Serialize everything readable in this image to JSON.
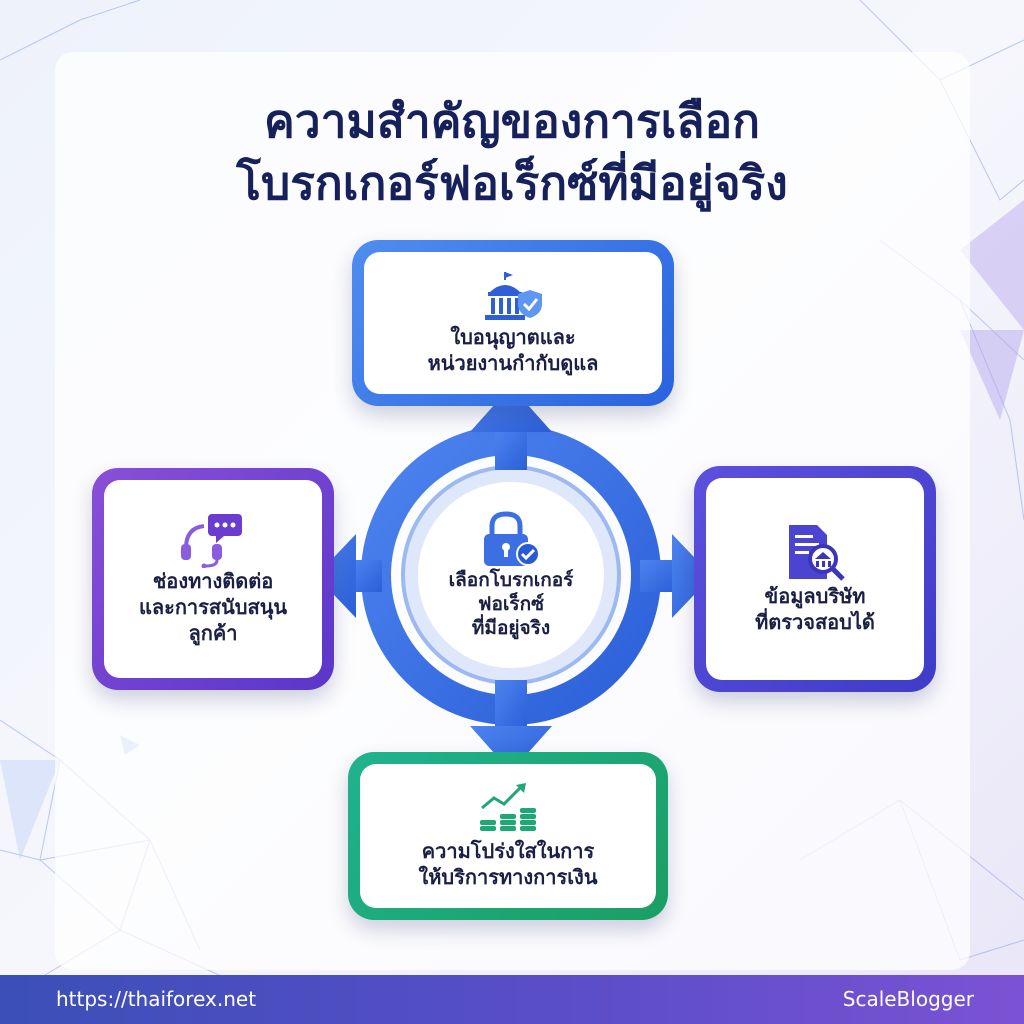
{
  "title": {
    "line1": "ความสำคัญของการเลือก",
    "line2": "โบรกเกอร์ฟอเร็กซ์ที่มีอยู่จริง"
  },
  "center": {
    "icon": "padlock-check-icon",
    "lines": [
      "เลือกโบรกเกอร์",
      "ฟอเร็กซ์",
      "ที่มีอยู่จริง"
    ]
  },
  "nodes": {
    "top": {
      "icon": "government-building-shield-icon",
      "lines": [
        "ใบอนุญาตและ",
        "หน่วยงานกำกับดูแล"
      ]
    },
    "left": {
      "icon": "headset-chat-icon",
      "lines": [
        "ช่องทางติดต่อ",
        "และการสนับสนุน",
        "ลูกค้า"
      ]
    },
    "right": {
      "icon": "document-magnifier-icon",
      "lines": [
        "ข้อมูลบริษัท",
        "ที่ตรวจสอบได้"
      ]
    },
    "bottom": {
      "icon": "coins-growth-icon",
      "lines": [
        "ความโปร่งใสในการ",
        "ให้บริการทางการเงิน"
      ]
    }
  },
  "colors": {
    "title": "#16205a",
    "top": "#2f6ee3",
    "left": "#7444d3",
    "right": "#4b45d2",
    "bottom": "#1ea876",
    "arrow": "#3f74e6"
  },
  "footer": {
    "url": "https://thaiforex.net",
    "brand": "ScaleBlogger"
  }
}
